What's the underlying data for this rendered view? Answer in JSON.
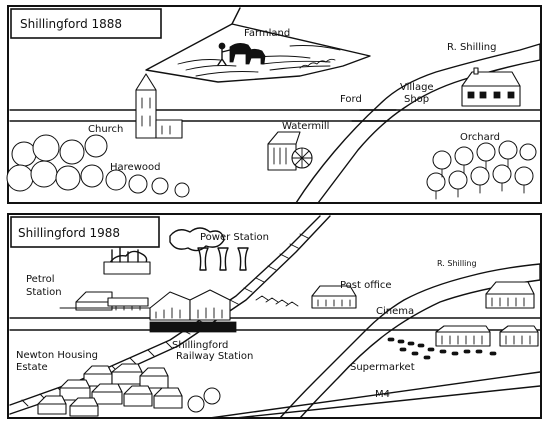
{
  "maps": [
    {
      "title": "Shillingford 1888",
      "labels": {
        "farmland": "Farmland",
        "river": "R. Shilling",
        "village_shop_1": "Village",
        "village_shop_2": "Shop",
        "ford": "Ford",
        "church": "Church",
        "watermill": "Watermill",
        "orchard": "Orchard",
        "harewood": "Harewood"
      }
    },
    {
      "title": "Shillingford 1988",
      "labels": {
        "power_station": "Power Station",
        "petrol_1": "Petrol",
        "petrol_2": "Station",
        "post_office": "Post office",
        "river": "R. Shilling",
        "cinema": "Cinema",
        "newton_1": "Newton Housing",
        "newton_2": "Estate",
        "railway_1": "Shillingford",
        "railway_2": "Railway Station",
        "supermarket": "Supermarket",
        "motorway": "M4"
      }
    }
  ],
  "colors": {
    "ink": "#111111",
    "paper": "#ffffff"
  }
}
